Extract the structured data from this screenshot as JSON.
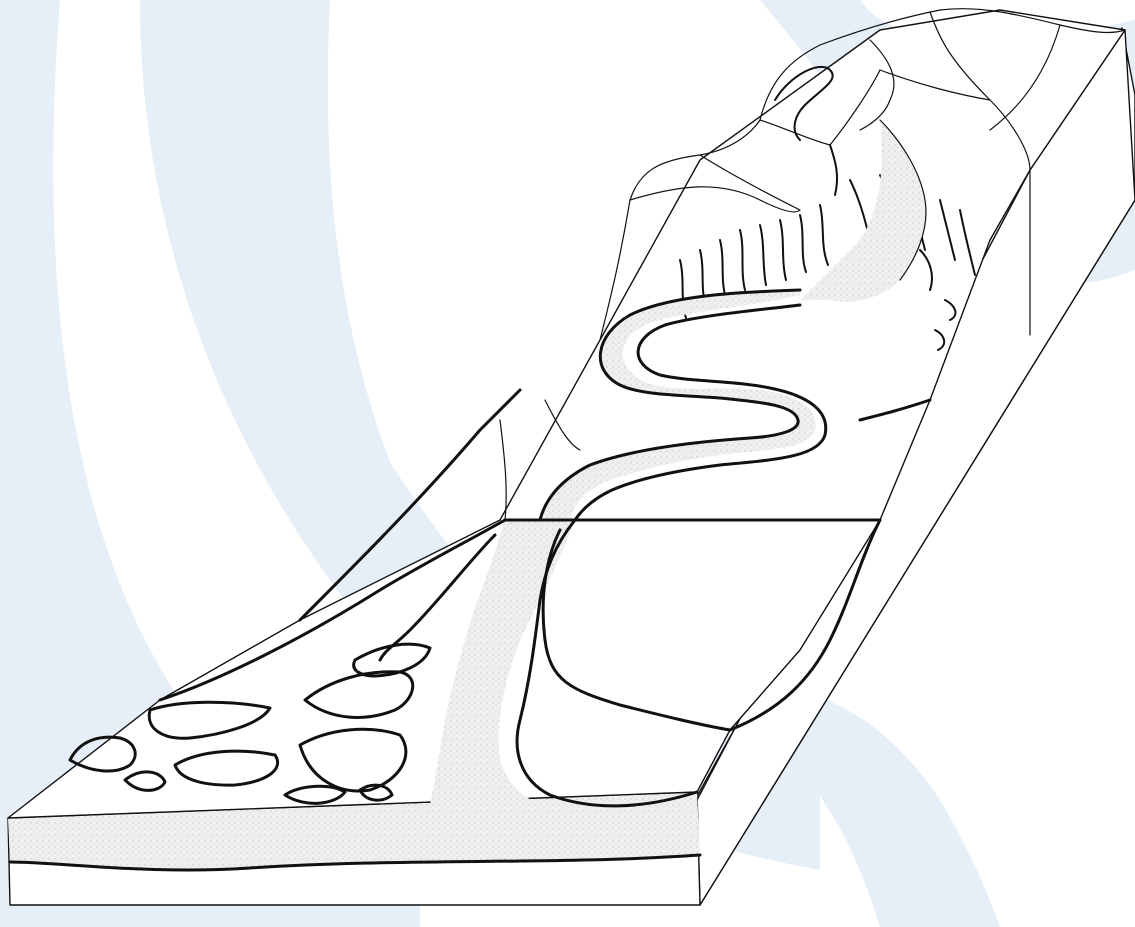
{
  "diagram": {
    "type": "block-diagram",
    "subject": "river-profile-from-mountains-to-delta",
    "colors": {
      "background": "#ffffff",
      "watermark": "#e6eef8",
      "ink": "#111111",
      "sediment": "#e9e9e9"
    },
    "icons": [
      "mountain-headwaters",
      "waterfall-gorge",
      "meandering-channel",
      "floodplain",
      "oxbow-lake",
      "river-delta",
      "delta-islands"
    ]
  }
}
